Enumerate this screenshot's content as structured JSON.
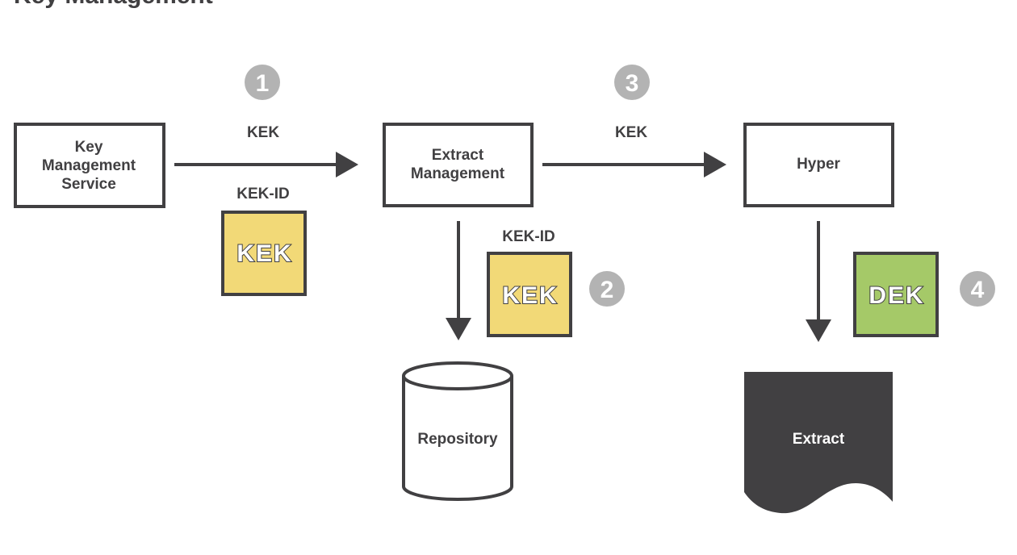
{
  "title": "Key Management",
  "colors": {
    "ink": "#414042",
    "kek": "#f2d977",
    "dek": "#a5c968",
    "step": "#b3b3b3"
  },
  "nodes": {
    "kms": [
      "Key",
      "Management",
      "Service"
    ],
    "extract_management": [
      "Extract",
      "Management"
    ],
    "hyper": "Hyper",
    "repository": "Repository",
    "extract": "Extract"
  },
  "steps": [
    "1",
    "2",
    "3",
    "4"
  ],
  "edges": {
    "kms_to_em": {
      "label": "KEK",
      "sublabel": "KEK-ID",
      "key": "KEK"
    },
    "em_to_repo": {
      "sublabel": "KEK-ID",
      "key": "KEK"
    },
    "em_to_hyper": {
      "label": "KEK"
    },
    "hyper_to_extract": {
      "key": "DEK"
    }
  }
}
